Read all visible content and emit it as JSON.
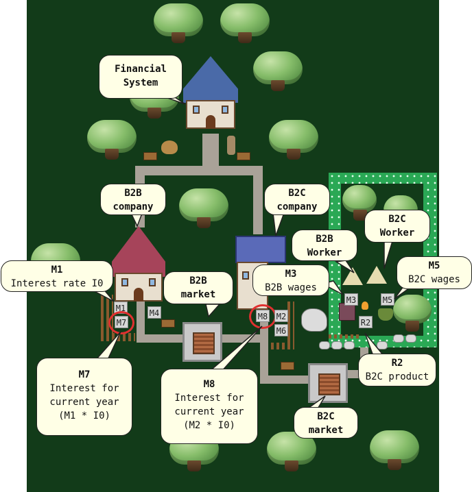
{
  "labels": {
    "financial_system": [
      "Financial",
      "System"
    ],
    "b2b_company": [
      "B2B",
      "company"
    ],
    "b2c_company": [
      "B2C",
      "company"
    ],
    "b2b_market": [
      "B2B",
      "market"
    ],
    "b2c_market": [
      "B2C",
      "market"
    ],
    "b2b_worker": [
      "B2B",
      "Worker"
    ],
    "b2c_worker": [
      "B2C",
      "Worker"
    ],
    "m1": [
      "M1",
      "Interest rate I0"
    ],
    "m3": [
      "M3",
      "B2B wages"
    ],
    "m5": [
      "M5",
      "B2C wages"
    ],
    "m7": [
      "M7",
      "Interest for",
      "current year",
      "(M1 * I0)"
    ],
    "m8": [
      "M8",
      "Interest for",
      "current year",
      "(M2 * I0)"
    ],
    "r2": [
      "R2",
      "B2C product"
    ]
  },
  "markers": {
    "m1": "M1",
    "m2": "M2",
    "m3": "M3",
    "m4": "M4",
    "m5": "M5",
    "m6": "M6",
    "m7": "M7",
    "m8": "M8",
    "r2": "R2"
  },
  "colors": {
    "background": "#123b19",
    "bubble_fill": "#ffffe6",
    "highlight_ring": "#e03030",
    "path": "#a9a298"
  }
}
